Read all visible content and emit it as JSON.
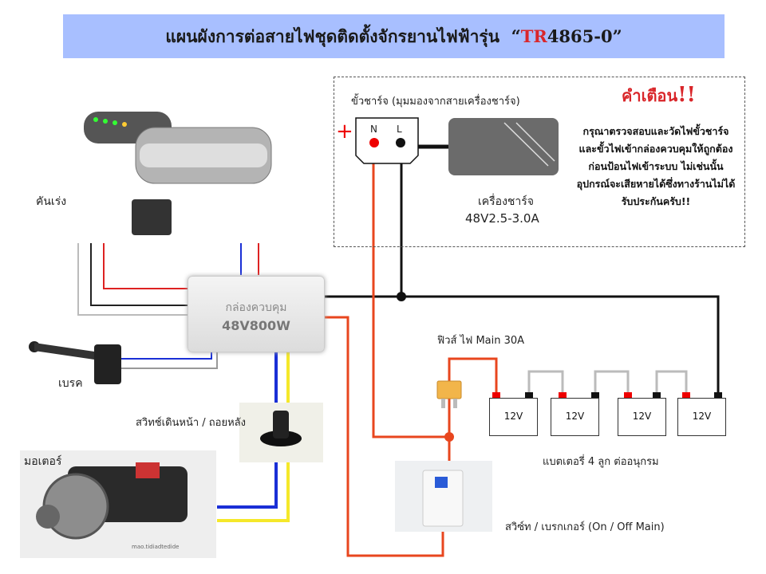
{
  "title": {
    "prefix": "แผนผังการต่อสายไฟชุดติดตั้งจักรยานไฟฟ้ารุ่น",
    "model_open_quote": "“",
    "model_red": "TR",
    "model_rest": "4865-0”"
  },
  "labels": {
    "throttle": "คันเร่ง",
    "brake": "เบรค",
    "switch": "สวิทช์เดินหน้า / ถอยหลัง",
    "motor": "มอเตอร์",
    "charge_port": "ขั้วชาร์จ (มุมมองจากสายเครื่องชาร์จ)",
    "charger_name": "เครื่องชาร์จ",
    "charger_spec": "48V2.5-3.0A",
    "fuse": "ฟิวส์ ไฟ Main 30A",
    "battery": "แบตเตอรี่ 4 ลูก ต่ออนุกรม",
    "breaker": "สวิซ์ท / เบรกเกอร์ (On / Off Main)",
    "plus_sign": "+",
    "port_n": "N",
    "port_l": "L"
  },
  "controller": {
    "name": "กล่องควบคุม",
    "spec": "48V800W"
  },
  "batteries": [
    "12V",
    "12V",
    "12V",
    "12V"
  ],
  "warning": {
    "title": "คำเตือน",
    "exclaim": "!!",
    "lines": [
      "กรุณาตรวจสอบและวัดไฟขั้วชาร์จ",
      "และขั้วไฟเข้ากล่องควบคุมให้ถูกต้อง",
      "ก่อนป้อนไฟเข้าระบบ ไม่เช่นนั้น",
      "อุปกรณ์จะเสียหายได้ซึ่งทางร้านไม่ได้",
      "รับประกันครับ!!"
    ]
  },
  "watermark": "mao.tidiadtedide",
  "colors": {
    "red_wire": "#e8461e",
    "black_wire": "#111111",
    "blue_wire": "#1a2fd6",
    "yellow_wire": "#f5e82a",
    "title_bg": "#a8bfff",
    "warning": "#d9262a"
  }
}
